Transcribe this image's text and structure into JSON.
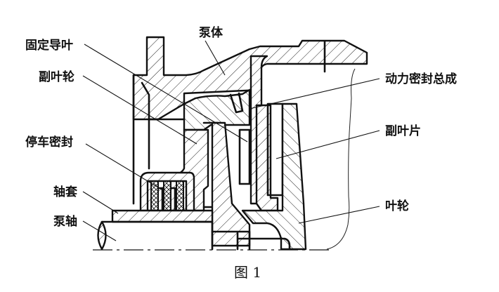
{
  "figure": {
    "caption": "图 1",
    "labels": {
      "pump_body": "泵体",
      "fixed_guide_vane": "固定导叶",
      "auxiliary_impeller": "副叶轮",
      "parking_seal": "停车密封",
      "shaft_sleeve": "轴套",
      "pump_shaft": "泵轴",
      "dynamic_seal_assembly": "动力密封总成",
      "auxiliary_blade": "副叶片",
      "impeller": "叶轮"
    }
  }
}
